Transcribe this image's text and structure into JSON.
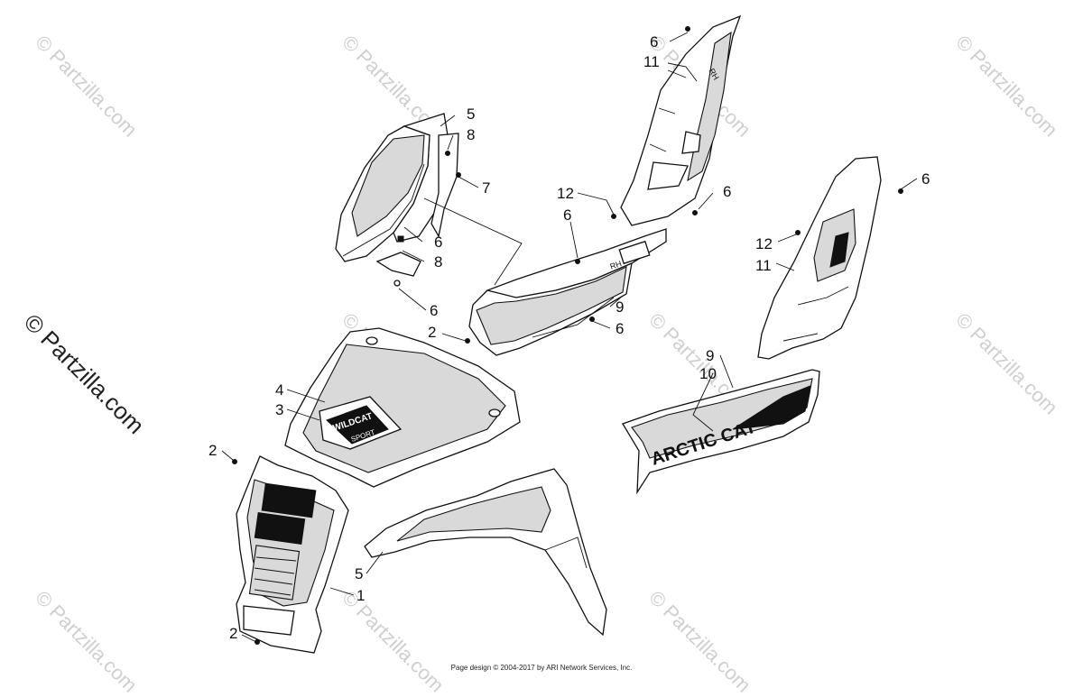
{
  "watermarks": [
    "© Partzilla.com",
    "© Partzilla.com",
    "© Partzilla.com",
    "© Partzilla.com",
    "© Partzilla.com",
    "© Partzilla.com",
    "© Partzilla.com",
    "© Partzilla.com",
    "© Partzilla.com",
    "© Partzilla.com"
  ],
  "watermark_main": "© Partzilla.com",
  "decals": {
    "hood_logo": "WILDCAT",
    "hood_logo_sub": "SPORT",
    "side_panel": "ARCTIC CAT",
    "rh_mark_1": "RH",
    "rh_mark_2": "RH"
  },
  "callouts": [
    "6",
    "11",
    "5",
    "8",
    "7",
    "12",
    "6",
    "6",
    "6",
    "8",
    "6",
    "6",
    "9",
    "2",
    "6",
    "12",
    "11",
    "9",
    "10",
    "4",
    "3",
    "2",
    "5",
    "1",
    "2"
  ],
  "footer": "Page design © 2004-2017 by ARI Network Services, Inc."
}
